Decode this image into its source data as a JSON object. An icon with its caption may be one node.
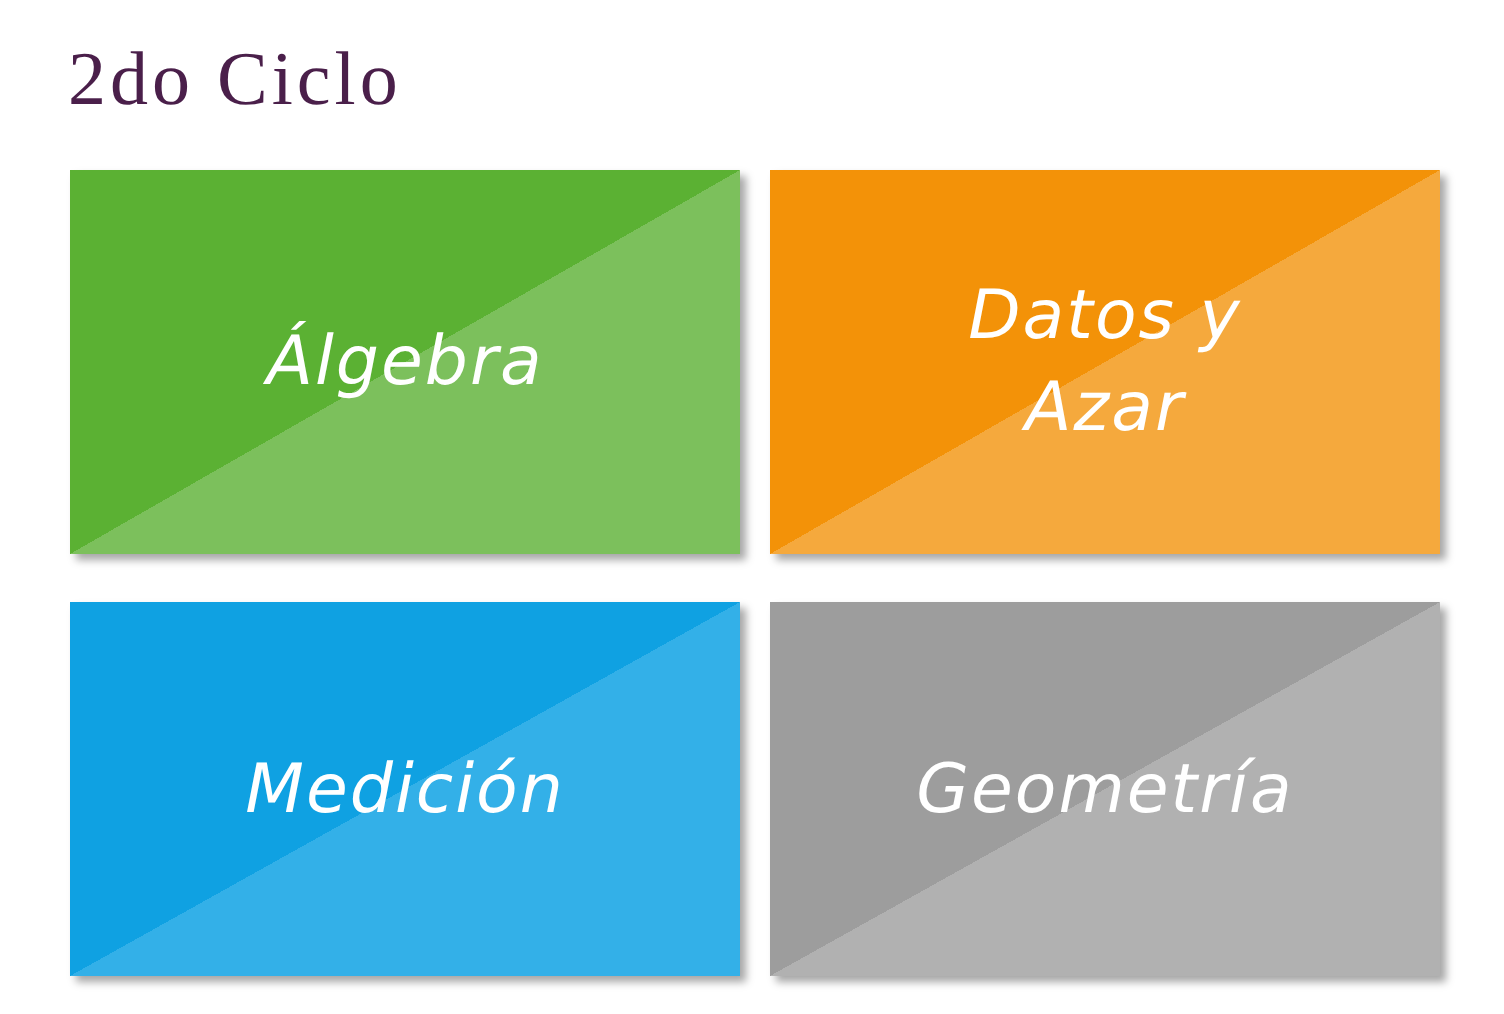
{
  "diagram": {
    "title": "2do Ciclo",
    "nodes": [
      {
        "text": [
          "Álgebra"
        ]
      },
      {
        "text": [
          "Datos y Azar"
        ]
      },
      {
        "text": [
          "Medición"
        ]
      },
      {
        "text": [
          "Geometría"
        ]
      }
    ]
  }
}
